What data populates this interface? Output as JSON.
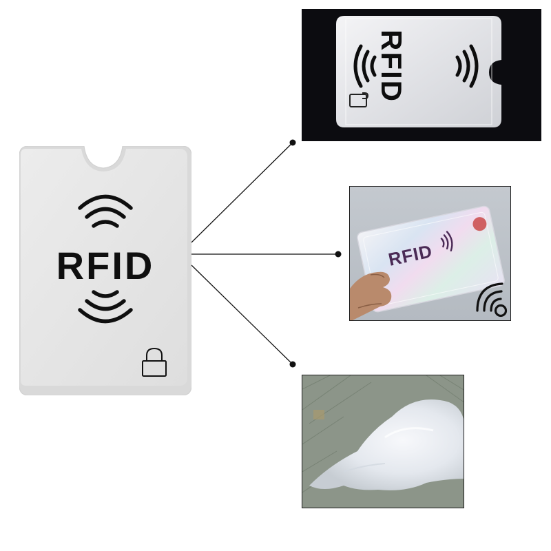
{
  "main_card": {
    "label": "RFID",
    "icons": [
      "signal-waves-icon",
      "lock-icon"
    ]
  },
  "panels": [
    {
      "id": "silver-sleeve-photo",
      "label": "RFID",
      "icons": [
        "signal-waves-icon",
        "lock-icon"
      ]
    },
    {
      "id": "holographic-sleeve-photo",
      "label": "RFID",
      "icons": [
        "signal-waves-icon",
        "wireless-signal-icon"
      ]
    },
    {
      "id": "foil-texture-photo"
    }
  ],
  "colors": {
    "background": "#ffffff",
    "sleeve": "#e6e6e6",
    "ink": "#0f0f0f",
    "top_panel_bg": "#0c0c10",
    "foil_panel_bg": "#8f978c"
  }
}
